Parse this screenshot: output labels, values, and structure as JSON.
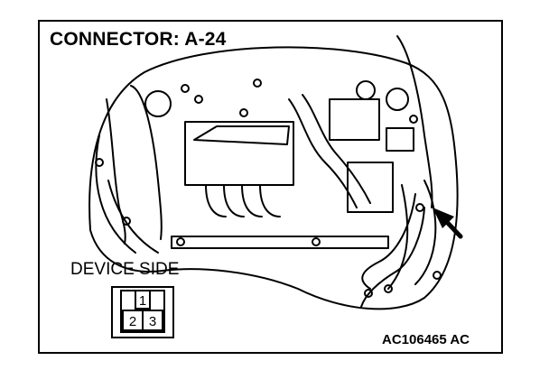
{
  "title": "CONNECTOR: A-24",
  "device_label": "DEVICE SIDE",
  "connector_pins": [
    "1",
    "2",
    "3"
  ],
  "figure_code": "AC106465 AC"
}
